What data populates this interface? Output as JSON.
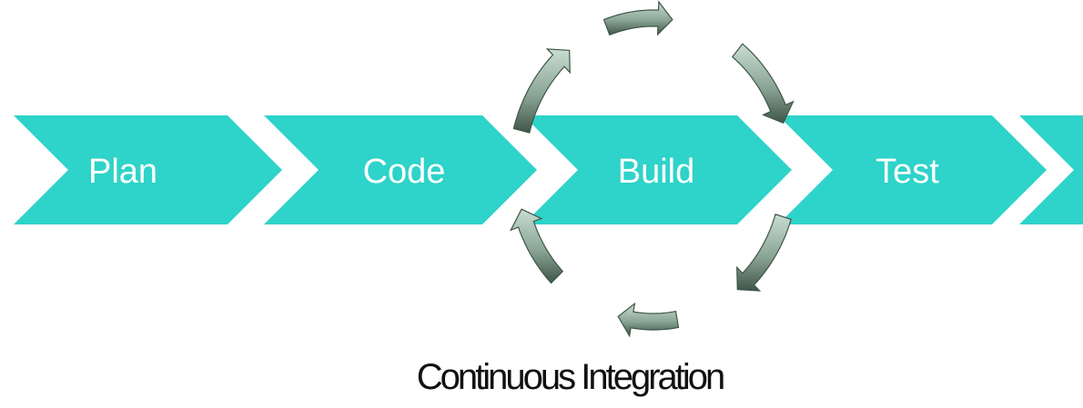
{
  "colors": {
    "chevron": "#2ed3c9",
    "arrow_light": "#c9ddd2",
    "arrow_dark": "#3f5649",
    "label_text": "#ffffff",
    "caption_text": "#111111"
  },
  "pipeline": {
    "steps": [
      {
        "label": "Plan"
      },
      {
        "label": "Code"
      },
      {
        "label": "Build"
      },
      {
        "label": "Test"
      },
      {
        "label": ""
      }
    ]
  },
  "cycle": {
    "caption": "Continuous Integration",
    "arrow_icon": "curved-3d-arrow-icon",
    "arrow_count": 6
  }
}
